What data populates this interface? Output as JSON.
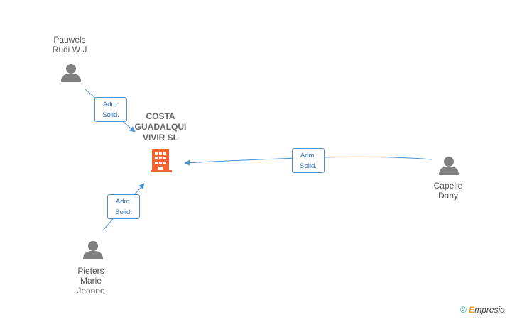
{
  "company": {
    "name": "COSTA\nGUADALQUI\nVIVIR SL",
    "icon": "building-icon",
    "color": "#f26530"
  },
  "people": [
    {
      "id": "pauwels",
      "name": "Pauwels\nRudi W J",
      "icon": "person-icon"
    },
    {
      "id": "capelle",
      "name": "Capelle\nDany",
      "icon": "person-icon"
    },
    {
      "id": "pieters",
      "name": "Pieters\nMarie\nJeanne",
      "icon": "person-icon"
    }
  ],
  "relations": [
    {
      "from": "pauwels",
      "to": "company",
      "line1": "Adm.",
      "line2": "Solid."
    },
    {
      "from": "capelle",
      "to": "company",
      "line1": "Adm.",
      "line2": "Solid."
    },
    {
      "from": "pieters",
      "to": "company",
      "line1": "Adm.",
      "line2": "Solid."
    }
  ],
  "colors": {
    "edge": "#4a90d9",
    "person": "#808080"
  },
  "watermark": {
    "copyright": "©",
    "brand_e": "E",
    "brand_rest": "mpresia"
  }
}
